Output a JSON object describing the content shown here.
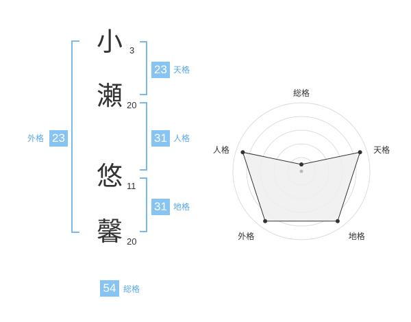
{
  "characters": [
    {
      "char": "小",
      "strokes": "3"
    },
    {
      "char": "瀬",
      "strokes": "20"
    },
    {
      "char": "悠",
      "strokes": "11"
    },
    {
      "char": "馨",
      "strokes": "20"
    }
  ],
  "fortunes": {
    "tenkaku": {
      "value": "23",
      "label": "天格"
    },
    "jinkaku": {
      "value": "31",
      "label": "人格"
    },
    "chikaku": {
      "value": "31",
      "label": "地格"
    },
    "gaikaku": {
      "value": "23",
      "label": "外格"
    },
    "soukaku": {
      "value": "54",
      "label": "総格"
    }
  },
  "radar": {
    "axes": [
      "総格",
      "天格",
      "地格",
      "外格",
      "人格"
    ],
    "levels": [
      0.1,
      0.9,
      0.9,
      0.9,
      0.9
    ],
    "rings": 5,
    "colors": {
      "fill": "#eeeeee",
      "line": "#333333",
      "grid": "#dddddd",
      "point": "#333333"
    }
  },
  "colors": {
    "badge": "#87c4f1",
    "bracket": "#78b8ec",
    "label": "#5aa8e6"
  }
}
